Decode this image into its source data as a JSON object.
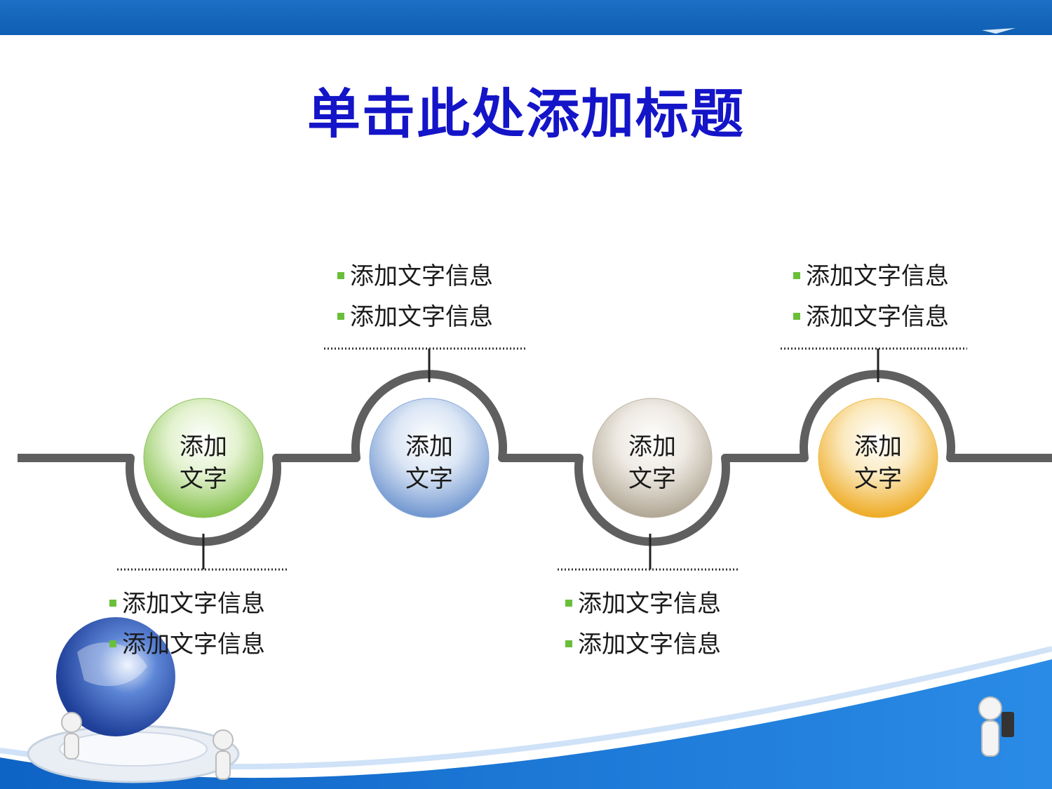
{
  "title": "单击此处添加标题",
  "colors": {
    "title": "#1414c8",
    "band": "#1163b9",
    "connector": "#5f5f5f",
    "bullet": "#6abf3a",
    "node_green": "#9ccf6a",
    "node_blue": "#8eaedb",
    "node_beige": "#c9c0b0",
    "node_orange": "#f3bf4a"
  },
  "nodes": [
    {
      "line1": "添加",
      "line2": "文字",
      "color": "green"
    },
    {
      "line1": "添加",
      "line2": "文字",
      "color": "blue"
    },
    {
      "line1": "添加",
      "line2": "文字",
      "color": "beige"
    },
    {
      "line1": "添加",
      "line2": "文字",
      "color": "orange"
    }
  ],
  "info_blocks": [
    {
      "items": [
        "添加文字信息",
        "添加文字信息"
      ]
    },
    {
      "items": [
        "添加文字信息",
        "添加文字信息"
      ]
    },
    {
      "items": [
        "添加文字信息",
        "添加文字信息"
      ]
    },
    {
      "items": [
        "添加文字信息",
        "添加文字信息"
      ]
    }
  ],
  "decorations": [
    "globe-icon",
    "figure-icon",
    "phone-figure-icon",
    "wave-band"
  ]
}
